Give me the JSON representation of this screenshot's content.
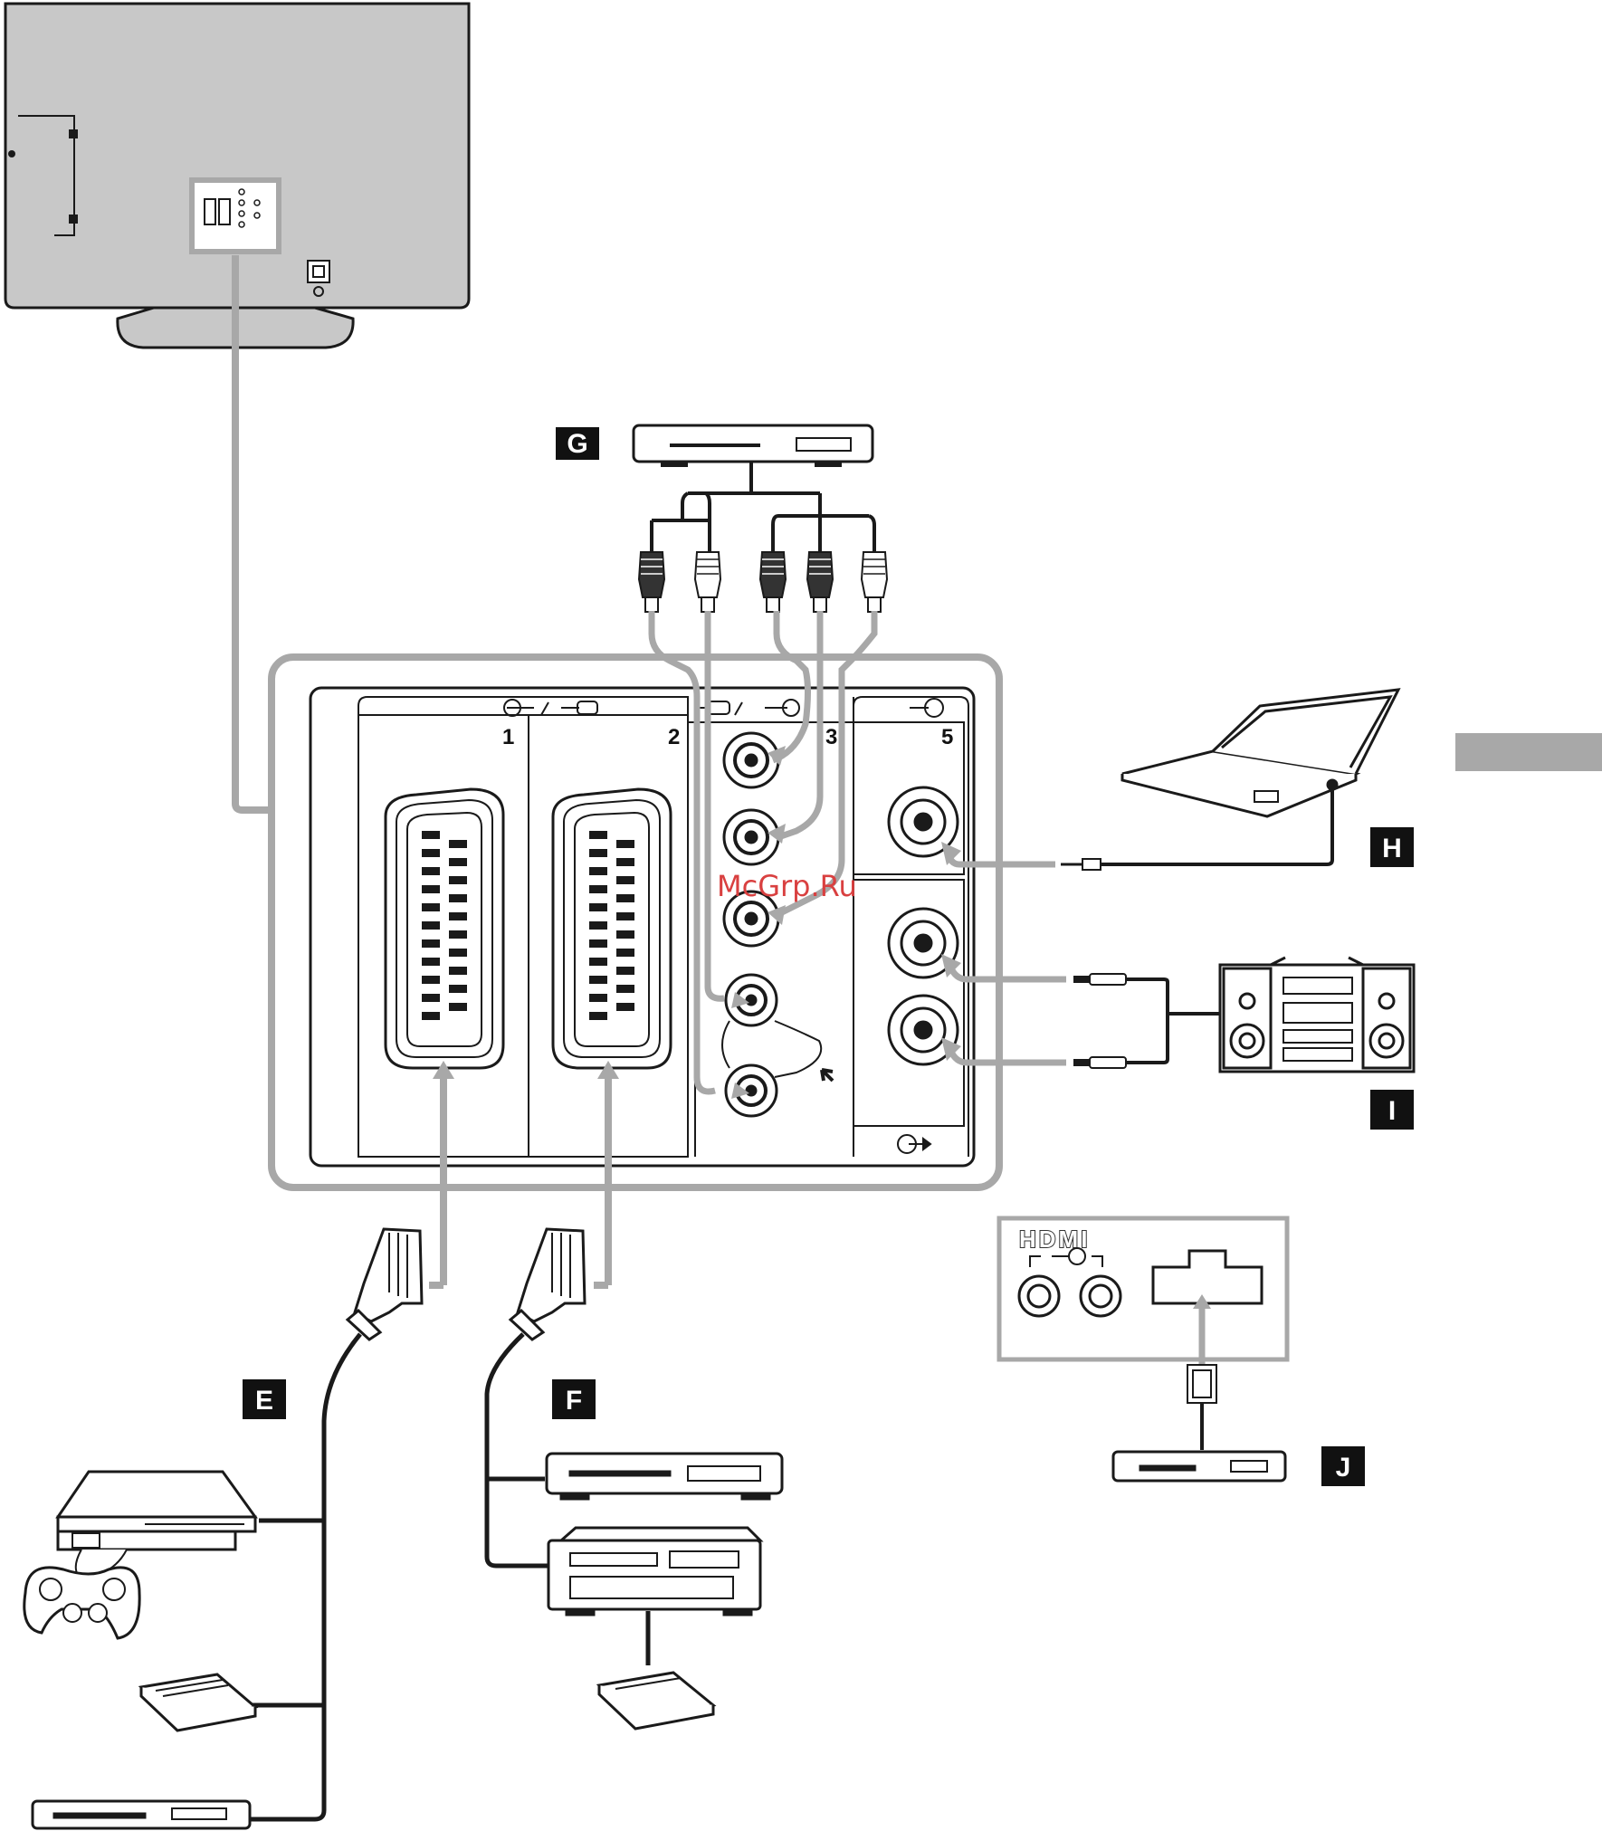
{
  "labels": {
    "E": "E",
    "F": "F",
    "G": "G",
    "H": "H",
    "I": "I",
    "J": "J"
  },
  "port_numbers": {
    "p1": "1",
    "p2": "2",
    "p3": "3",
    "p5": "5"
  },
  "hdmi_logo": "HDMI",
  "watermark": "McGrp.Ru",
  "colors": {
    "panel_gray": "#a8a8a8",
    "tv_fill": "#c8c8c8",
    "line_dark": "#1a1a1a",
    "label_bg": "#111111",
    "watermark": "#d94040"
  },
  "icons": {
    "scart_connector": "scart-connector-icon",
    "rca_plug": "rca-plug-icon",
    "minijack_plug": "minijack-plug-icon",
    "hdmi_plug": "hdmi-plug-icon",
    "laptop": "laptop-icon",
    "hifi": "hifi-system-icon",
    "dvd": "dvd-player-icon",
    "console": "game-console-icon",
    "decoder": "decoder-icon",
    "vcr": "vcr-icon"
  }
}
